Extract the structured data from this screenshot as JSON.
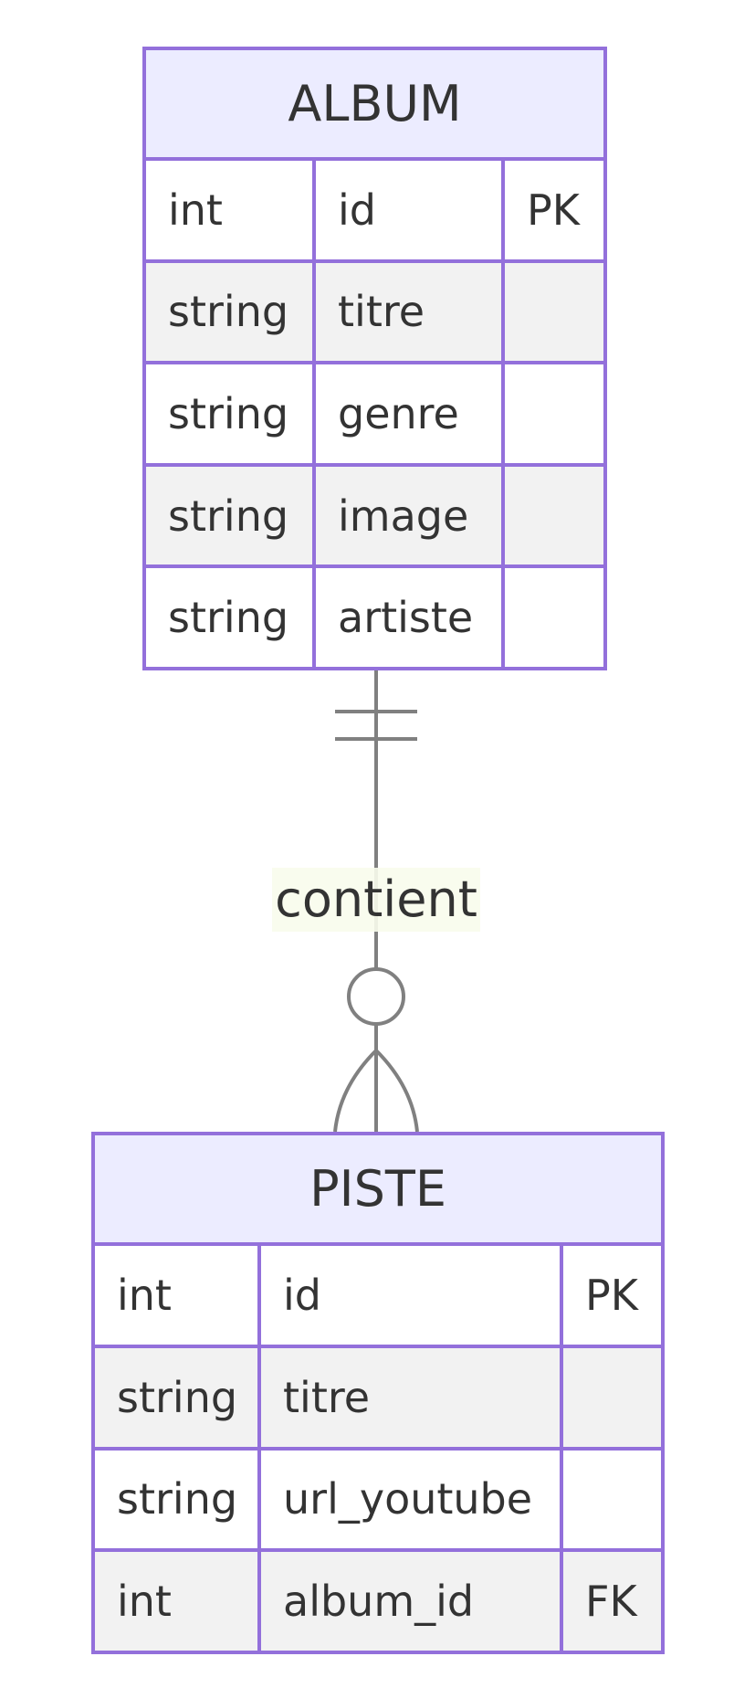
{
  "entities": {
    "album": {
      "name": "ALBUM",
      "attributes": [
        {
          "type": "int",
          "name": "id",
          "key": "PK"
        },
        {
          "type": "string",
          "name": "titre",
          "key": ""
        },
        {
          "type": "string",
          "name": "genre",
          "key": ""
        },
        {
          "type": "string",
          "name": "image",
          "key": ""
        },
        {
          "type": "string",
          "name": "artiste",
          "key": ""
        }
      ]
    },
    "piste": {
      "name": "PISTE",
      "attributes": [
        {
          "type": "int",
          "name": "id",
          "key": "PK"
        },
        {
          "type": "string",
          "name": "titre",
          "key": ""
        },
        {
          "type": "string",
          "name": "url_youtube",
          "key": ""
        },
        {
          "type": "int",
          "name": "album_id",
          "key": "FK"
        }
      ]
    }
  },
  "relationship": {
    "label": "contient",
    "from_cardinality": "exactly-one",
    "to_cardinality": "zero-or-more"
  },
  "colors": {
    "border": "#9370db",
    "header_bg": "#ececff",
    "row_alt_bg": "#f2f2f2",
    "line": "#808080",
    "label_bg": "#f8fcec",
    "text": "#333333"
  }
}
